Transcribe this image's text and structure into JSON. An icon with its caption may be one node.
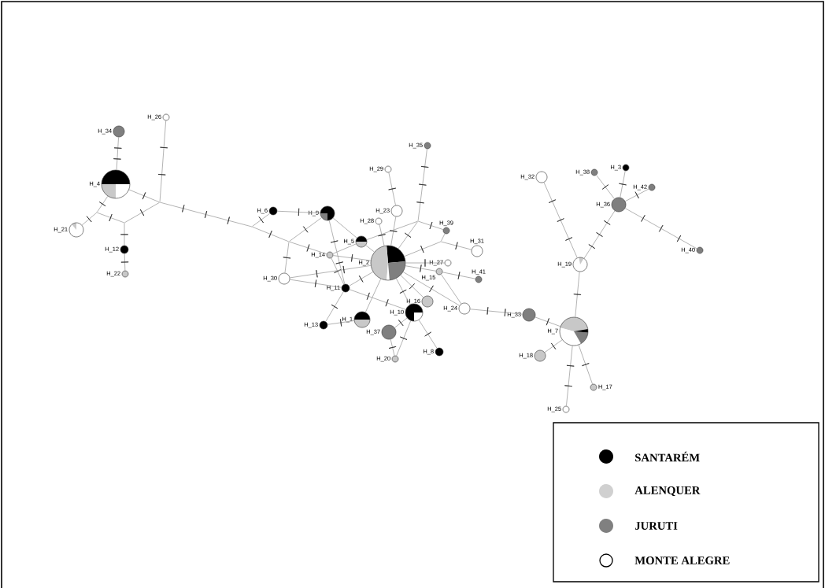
{
  "diagram": {
    "nodes": [
      {
        "text": [
          "H_34"
        ]
      },
      {
        "text": [
          "H_26"
        ]
      },
      {
        "text": [
          "H_4"
        ]
      },
      {
        "text": [
          "H_21"
        ]
      },
      {
        "text": [
          "H_12"
        ]
      },
      {
        "text": [
          "H_22"
        ]
      },
      {
        "text": [
          "H_6"
        ]
      },
      {
        "text": [
          "H_9"
        ]
      },
      {
        "text": [
          "H_35"
        ]
      },
      {
        "text": [
          "H_29"
        ]
      },
      {
        "text": [
          "H_23"
        ]
      },
      {
        "text": [
          "H_28"
        ]
      },
      {
        "text": [
          "H_5"
        ]
      },
      {
        "text": [
          "H_39"
        ]
      },
      {
        "text": [
          "H_31"
        ]
      },
      {
        "text": [
          "H_14"
        ]
      },
      {
        "text": [
          "H_2"
        ]
      },
      {
        "text": [
          "H_27"
        ]
      },
      {
        "text": [
          "H_30"
        ]
      },
      {
        "text": [
          "H_15"
        ]
      },
      {
        "text": [
          "H_41"
        ]
      },
      {
        "text": [
          "H_11"
        ]
      },
      {
        "text": [
          "H_24"
        ]
      },
      {
        "text": [
          "H_16"
        ]
      },
      {
        "text": [
          "H_10"
        ]
      },
      {
        "text": [
          "H_1"
        ]
      },
      {
        "text": [
          "H_13"
        ]
      },
      {
        "text": [
          "H_37"
        ]
      },
      {
        "text": [
          "H_8"
        ]
      },
      {
        "text": [
          "H_20"
        ]
      },
      {
        "text": [
          "H_32"
        ]
      },
      {
        "text": [
          "H_38"
        ]
      },
      {
        "text": [
          "H_3"
        ]
      },
      {
        "text": [
          "H_42"
        ]
      },
      {
        "text": [
          "H_36"
        ]
      },
      {
        "text": [
          "H_40"
        ]
      },
      {
        "text": [
          "H_19"
        ]
      },
      {
        "text": [
          "H_33"
        ]
      },
      {
        "text": [
          "H_7"
        ]
      },
      {
        "text": [
          "H_18"
        ]
      },
      {
        "text": [
          "H_17"
        ]
      },
      {
        "text": [
          "H_25"
        ]
      },
      {
        "text": [],
        "shape": "point"
      },
      {
        "text": [],
        "shape": "point"
      },
      {
        "text": [],
        "shape": "point"
      },
      {
        "text": [],
        "shape": "point"
      },
      {
        "text": [],
        "shape": "point"
      },
      {
        "text": [],
        "shape": "point"
      },
      {
        "text": [],
        "shape": "point"
      }
    ],
    "edges": [
      {
        "from": 0,
        "to": 2,
        "arrow": "none"
      },
      {
        "from": 1,
        "to": 42,
        "arrow": "none"
      },
      {
        "from": 2,
        "to": 42,
        "arrow": "none"
      },
      {
        "from": 2,
        "to": 43,
        "arrow": "none"
      },
      {
        "from": 43,
        "to": 3,
        "arrow": "none"
      },
      {
        "from": 43,
        "to": 44,
        "arrow": "none"
      },
      {
        "from": 44,
        "to": 42,
        "arrow": "none"
      },
      {
        "from": 44,
        "to": 4,
        "arrow": "none"
      },
      {
        "from": 4,
        "to": 5,
        "arrow": "none"
      },
      {
        "from": 42,
        "to": 45,
        "arrow": "none"
      },
      {
        "from": 6,
        "to": 45,
        "arrow": "none"
      },
      {
        "from": 45,
        "to": 46,
        "arrow": "none"
      },
      {
        "from": 46,
        "to": 18,
        "arrow": "none"
      },
      {
        "from": 46,
        "to": 7,
        "arrow": "none"
      },
      {
        "from": 46,
        "to": 15,
        "arrow": "none"
      },
      {
        "from": 6,
        "to": 7,
        "arrow": "none"
      },
      {
        "from": 7,
        "to": 12,
        "arrow": "none"
      },
      {
        "from": 7,
        "to": 21,
        "arrow": "none"
      },
      {
        "from": 15,
        "to": 12,
        "arrow": "none"
      },
      {
        "from": 15,
        "to": 16,
        "arrow": "none"
      },
      {
        "from": 15,
        "to": 21,
        "arrow": "none"
      },
      {
        "from": 18,
        "to": 16,
        "arrow": "none"
      },
      {
        "from": 18,
        "to": 21,
        "arrow": "none"
      },
      {
        "from": 12,
        "to": 16,
        "arrow": "none"
      },
      {
        "from": 12,
        "to": 47,
        "arrow": "none"
      },
      {
        "from": 21,
        "to": 26,
        "arrow": "none"
      },
      {
        "from": 21,
        "to": 16,
        "arrow": "none"
      },
      {
        "from": 21,
        "to": 24,
        "arrow": "none"
      },
      {
        "from": 26,
        "to": 25,
        "arrow": "none"
      },
      {
        "from": 25,
        "to": 16,
        "arrow": "none"
      },
      {
        "from": 27,
        "to": 29,
        "arrow": "none"
      },
      {
        "from": 27,
        "to": 24,
        "arrow": "none"
      },
      {
        "from": 29,
        "to": 24,
        "arrow": "none"
      },
      {
        "from": 24,
        "to": 28,
        "arrow": "none"
      },
      {
        "from": 24,
        "to": 16,
        "arrow": "none"
      },
      {
        "from": 23,
        "to": 16,
        "arrow": "none"
      },
      {
        "from": 19,
        "to": 16,
        "arrow": "none"
      },
      {
        "from": 19,
        "to": 22,
        "arrow": "none"
      },
      {
        "from": 19,
        "to": 20,
        "arrow": "none"
      },
      {
        "from": 16,
        "to": 22,
        "arrow": "none"
      },
      {
        "from": 22,
        "to": 37,
        "arrow": "none"
      },
      {
        "from": 16,
        "to": 17,
        "arrow": "none"
      },
      {
        "from": 16,
        "to": 48,
        "arrow": "none"
      },
      {
        "from": 48,
        "to": 13,
        "arrow": "none"
      },
      {
        "from": 48,
        "to": 14,
        "arrow": "none"
      },
      {
        "from": 11,
        "to": 16,
        "arrow": "none"
      },
      {
        "from": 10,
        "to": 16,
        "arrow": "none"
      },
      {
        "from": 9,
        "to": 10,
        "arrow": "none"
      },
      {
        "from": 8,
        "to": 47,
        "arrow": "none"
      },
      {
        "from": 47,
        "to": 16,
        "arrow": "none"
      },
      {
        "from": 47,
        "to": 13,
        "arrow": "none"
      },
      {
        "from": 30,
        "to": 36,
        "arrow": "none"
      },
      {
        "from": 34,
        "to": 36,
        "arrow": "none"
      },
      {
        "from": 31,
        "to": 34,
        "arrow": "none"
      },
      {
        "from": 32,
        "to": 34,
        "arrow": "none"
      },
      {
        "from": 33,
        "to": 34,
        "arrow": "none"
      },
      {
        "from": 34,
        "to": 35,
        "arrow": "none"
      },
      {
        "from": 36,
        "to": 38,
        "arrow": "none"
      },
      {
        "from": 37,
        "to": 38,
        "arrow": "none"
      },
      {
        "from": 39,
        "to": 38,
        "arrow": "none"
      },
      {
        "from": 38,
        "to": 41,
        "arrow": "none"
      },
      {
        "from": 38,
        "to": 40,
        "arrow": "none"
      }
    ],
    "legend": [
      {
        "text": "SANTARÉM",
        "color": "#000000"
      },
      {
        "text": "ALENQUER",
        "color": "#d0d0d0"
      },
      {
        "text": "JURUTI",
        "color": "#808080"
      },
      {
        "text": "MONTE ALEGRE"
      }
    ]
  }
}
